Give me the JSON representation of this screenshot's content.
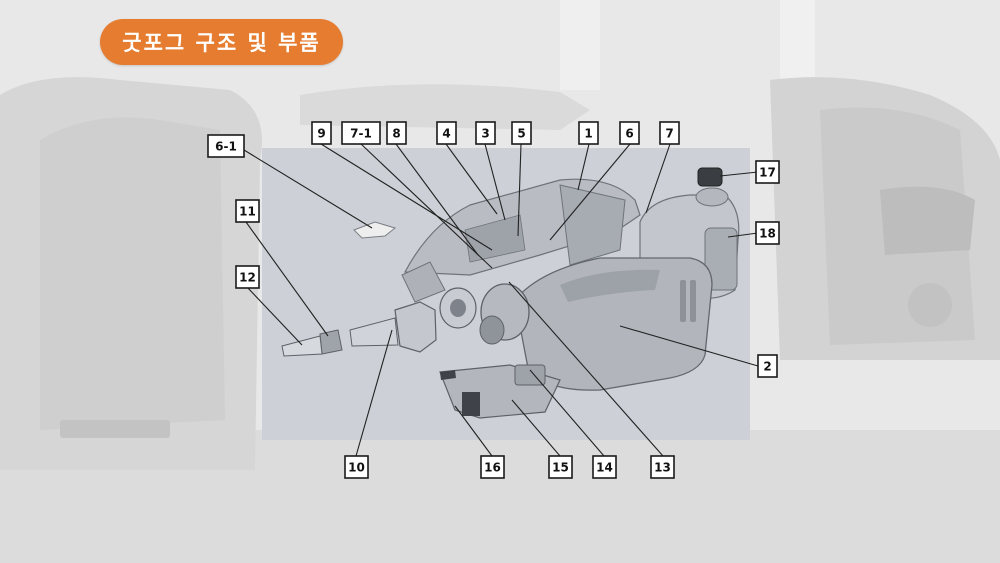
{
  "header": {
    "title": "굿포그 구조 및 부품"
  },
  "colors": {
    "accent": "#e57c2f",
    "panel": "#ccd0d6",
    "background": "#e6e6e6"
  },
  "callouts": [
    "6-1",
    "9",
    "7-1",
    "8",
    "4",
    "3",
    "5",
    "1",
    "6",
    "7",
    "17",
    "18",
    "11",
    "12",
    "2",
    "10",
    "16",
    "15",
    "14",
    "13"
  ]
}
